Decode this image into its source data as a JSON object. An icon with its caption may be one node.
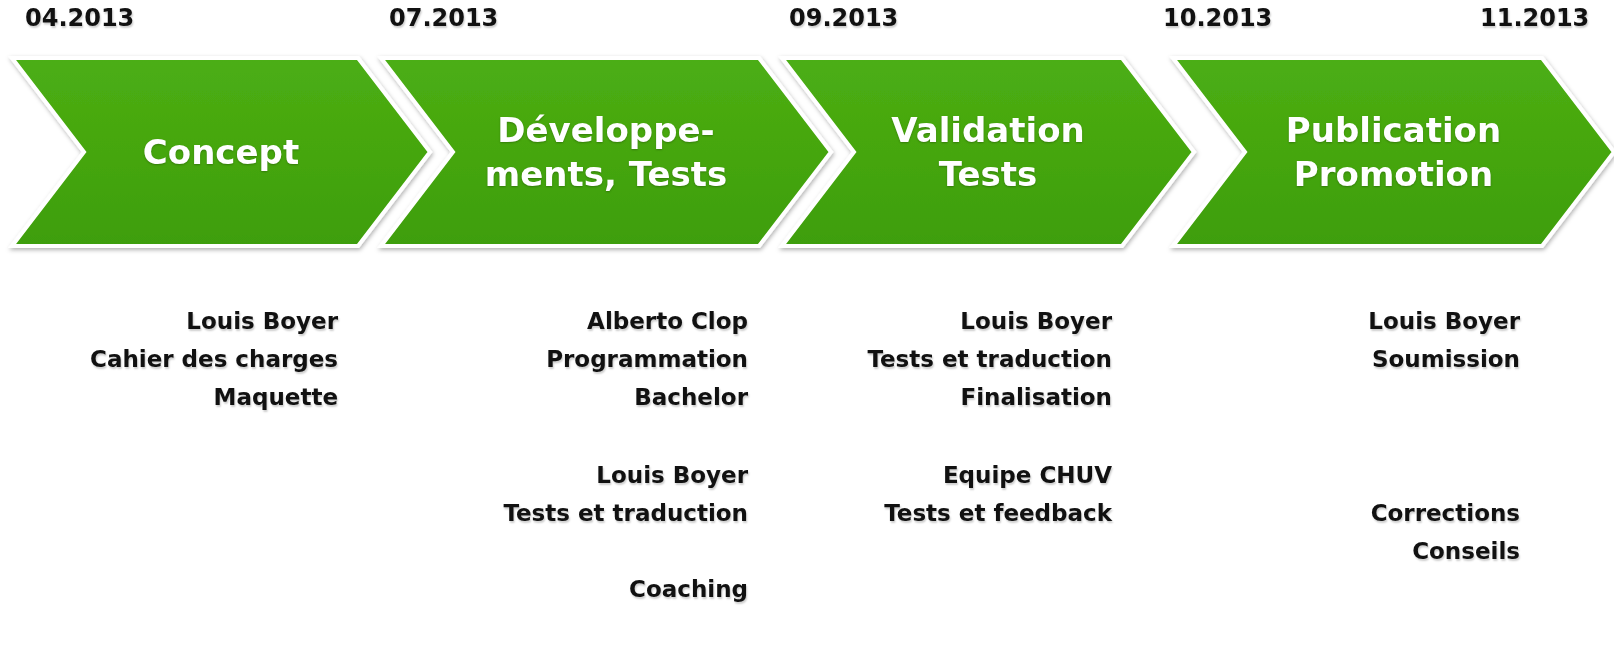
{
  "diagram": {
    "nodes": [
      {
        "text": [
          "Concept"
        ]
      },
      {
        "text": [
          "Développe- ments, Tests"
        ]
      },
      {
        "text": [
          "Validation Tests"
        ]
      },
      {
        "text": [
          "Publication Promotion"
        ]
      }
    ],
    "labels": [
      "04.2013",
      "07.2013",
      "09.2013",
      "10.2013",
      "11.2013",
      "Louis Boyer",
      "Cahier des charges",
      "Maquette",
      "Alberto Clop",
      "Programmation",
      "Bachelor",
      "Louis Boyer",
      "Tests et traduction",
      "Coaching",
      "Louis Boyer",
      "Tests et traduction",
      "Finalisation",
      "Equipe CHUV",
      "Tests et feedback",
      "Louis Boyer",
      "Soumission",
      "Corrections",
      "Conseils"
    ]
  }
}
